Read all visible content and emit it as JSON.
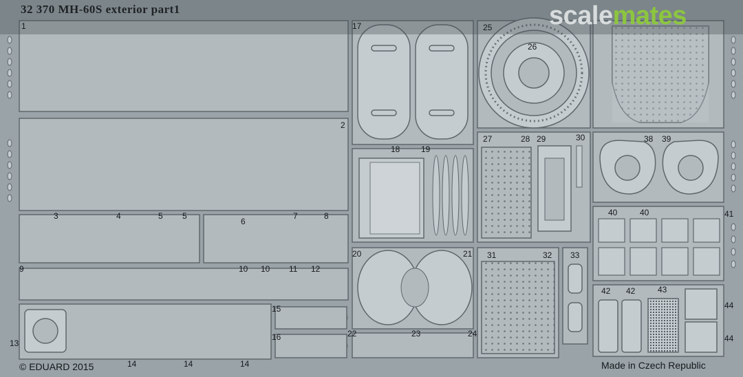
{
  "header": {
    "title": "32 370   MH-60S exterior   part1"
  },
  "watermark": {
    "part1": "scale",
    "part2": "mates",
    "color_light": "#d8dcdd",
    "color_green": "#8cc63f"
  },
  "footer": {
    "copyright": "© EDUARD 2015",
    "origin": "Made in Czech Republic"
  },
  "part_numbers": {
    "n1": "1",
    "n2": "2",
    "n3": "3",
    "n4": "4",
    "n5a": "5",
    "n5b": "5",
    "n6": "6",
    "n7": "7",
    "n8": "8",
    "n9": "9",
    "n10a": "10",
    "n10b": "10",
    "n11": "11",
    "n12": "12",
    "n13": "13",
    "n14a": "14",
    "n14b": "14",
    "n14c": "14",
    "n15": "15",
    "n16": "16",
    "n17": "17",
    "n18": "18",
    "n19": "19",
    "n20": "20",
    "n21": "21",
    "n22": "22",
    "n23": "23",
    "n24": "24",
    "n25": "25",
    "n26": "26",
    "n27": "27",
    "n28": "28",
    "n29": "29",
    "n30": "30",
    "n31": "31",
    "n32": "32",
    "n33": "33",
    "n38": "38",
    "n39": "39",
    "n40a": "40",
    "n40b": "40",
    "n41": "41",
    "n42a": "42",
    "n42b": "42",
    "n43": "43",
    "n44a": "44",
    "n44b": "44"
  },
  "colors": {
    "sheet": "#9aa3a8",
    "part": "#c5ccd0",
    "edge": "#5f676c",
    "shadow": "#6e777c"
  }
}
